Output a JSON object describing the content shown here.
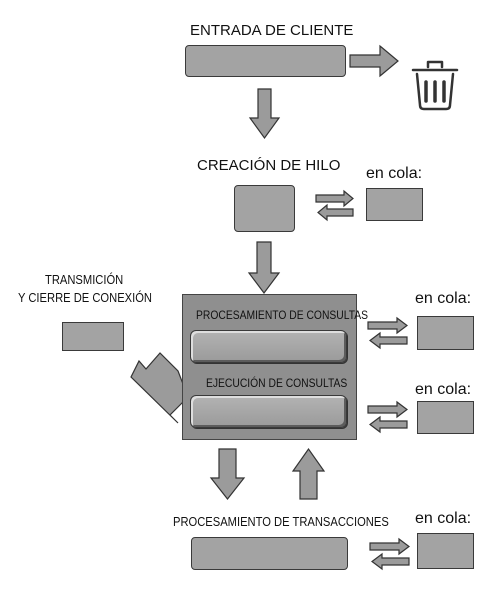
{
  "title_entrada": "ENTRADA DE CLIENTE",
  "title_creacion": "CREACIÓN DE HILO",
  "title_transmision_line1": "TRANSMICIÓN",
  "title_transmision_line2": "Y CIERRE DE CONEXIÓN",
  "title_procesamiento_consultas": "PROCESAMIENTO DE CONSULTAS",
  "title_ejecucion_consultas": "EJECUCIÓN DE CONSULTAS",
  "title_procesamiento_transacciones": "PROCESAMIENTO DE TRANSACCIONES",
  "queue_label": "en cola:",
  "trash_icon": "trash-can-icon",
  "colors": {
    "box_fill": "#a3a3a3",
    "container_fill": "#8f8f8f",
    "arrow_fill": "#9b9b9b",
    "stroke": "#3a3a3a"
  }
}
